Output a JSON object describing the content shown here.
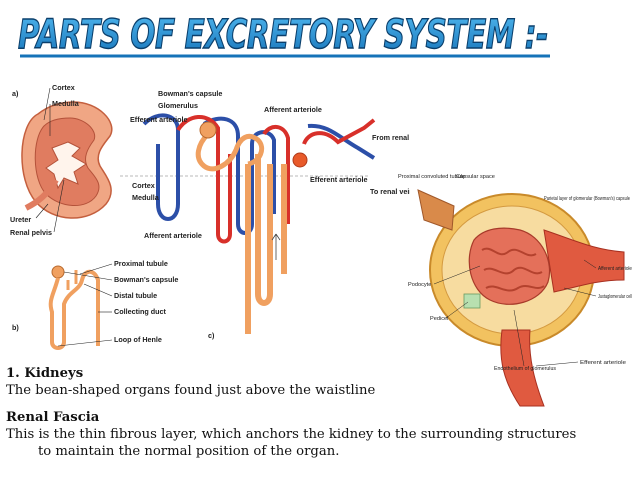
{
  "title": "PARTS OF EXCRETORY SYSTEM :-",
  "figure_left": {
    "panel_a": "a)",
    "panel_b": "b)",
    "panel_c": "c)",
    "cortex": "Cortex",
    "medulla": "Medulla",
    "ureter": "Ureter",
    "renal_pelvis": "Renal pelvis",
    "bowmans_capsule": "Bowman's capsule",
    "glomerulus": "Glomerulus",
    "efferent_arteriole_top": "Efferent arteriole",
    "afferent_arteriole_top": "Afferent arteriole",
    "from_renal_artery": "From renal artery",
    "cortex_c": "Cortex",
    "medulla_c": "Medulla",
    "efferent_arteriole_mid": "Efferent arteriole",
    "to_renal_vein": "To renal vein",
    "afferent_arteriole_bottom": "Afferent arteriole",
    "proximal_tubule": "Proximal tubule",
    "bowmans_capsule_b": "Bowman's capsule",
    "distal_tubule": "Distal tubule",
    "collecting_duct": "Collecting duct",
    "loop_of_henle": "Loop of Henle"
  },
  "figure_right": {
    "proximal_convoluted_tubule": "Proximal convoluted tubule",
    "capsular_space": "Capsular space",
    "parietal_layer": "Parietal layer of glomerular (Bowman's) capsule",
    "podocyte": "Podocyte",
    "afferent_arteriole": "Afferent arteriole",
    "juxtaglomerular_cell": "Juxtaglomerular cell",
    "pedicel": "Pedicel",
    "endothelium": "Endothelium of glomerulus",
    "efferent_arteriole": "Efferent arteriole"
  },
  "caption": {
    "kidneys_heading": "1. Kidneys",
    "kidneys_text": "The bean-shaped organs found just above the waistline",
    "fascia_heading": "Renal Fascia",
    "fascia_text_1": "This is the thin fibrous layer, which anchors the kidney to the surrounding structures",
    "fascia_text_2": "to maintain the normal position of the organ."
  },
  "colors": {
    "title_fill": "#1e8ed4",
    "kidney": "#e8846a",
    "tubule": "#f0a060",
    "artery": "#d8302a",
    "vein": "#2c4fa8"
  }
}
